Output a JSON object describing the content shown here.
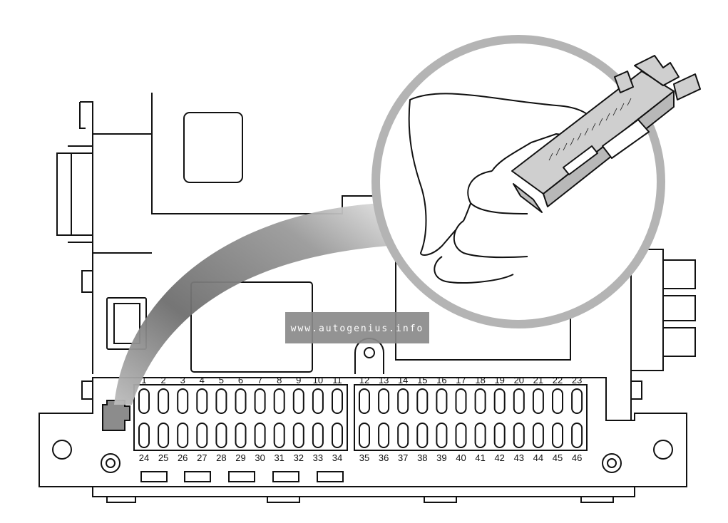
{
  "diagram": {
    "top_row_numbers": [
      "1",
      "2",
      "3",
      "4",
      "5",
      "6",
      "7",
      "8",
      "9",
      "10",
      "11",
      "12",
      "13",
      "14",
      "15",
      "16",
      "17",
      "18",
      "19",
      "20",
      "21",
      "22",
      "23"
    ],
    "bottom_row_numbers": [
      "24",
      "25",
      "26",
      "27",
      "28",
      "29",
      "30",
      "31",
      "32",
      "33",
      "34",
      "35",
      "36",
      "37",
      "38",
      "39",
      "40",
      "41",
      "42",
      "43",
      "44",
      "45",
      "46"
    ],
    "watermark": "www.autogenius.info",
    "colors": {
      "line": "#111111",
      "callout_ring": "#b4b4b4",
      "watermark_bg": "#8a8a8a",
      "fuse_puller": "#cfcfcf",
      "puller_in_slot": "#8c8c8c"
    }
  }
}
